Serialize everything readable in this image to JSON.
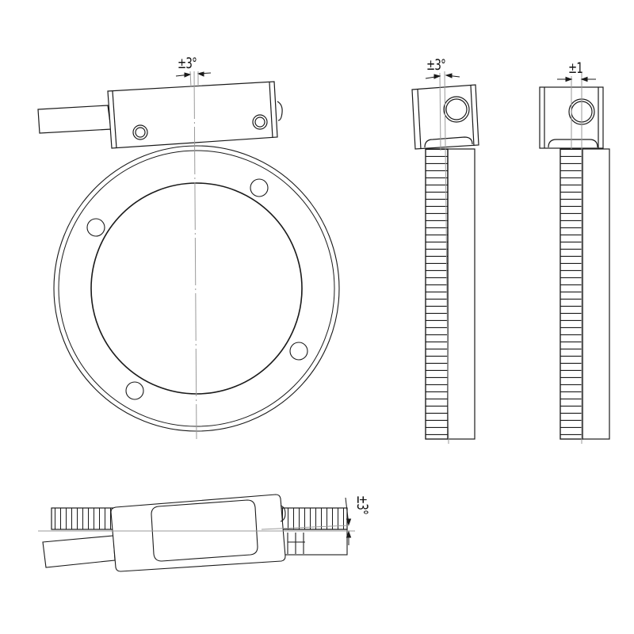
{
  "drawing": {
    "type": "technical-engineering-drawing",
    "views": [
      {
        "id": "top-view",
        "description": "Sensor head above ring, tilted",
        "tolerance_label": "±3°"
      },
      {
        "id": "front-ring-view",
        "description": "Encoder ring with 4 mounting holes",
        "mounting_holes": 4
      },
      {
        "id": "side-view-tilt",
        "description": "Side profile of head and ring, tilt tolerance",
        "tolerance_label": "±3°"
      },
      {
        "id": "side-view-offset",
        "description": "Side profile of head and ring, lateral offset tolerance",
        "tolerance_label": "±1"
      },
      {
        "id": "bottom-view",
        "description": "Head over ring, pitch tolerance",
        "tolerance_label": "±3°"
      }
    ]
  },
  "labels": {
    "top_tolerance": "±3°",
    "side_tilt_tolerance": "±3°",
    "side_offset_tolerance": "±1",
    "bottom_tolerance": "±3°"
  },
  "colors": {
    "line": "#1a1a1a",
    "centerline": "#9a9a9a",
    "background": "#ffffff"
  }
}
